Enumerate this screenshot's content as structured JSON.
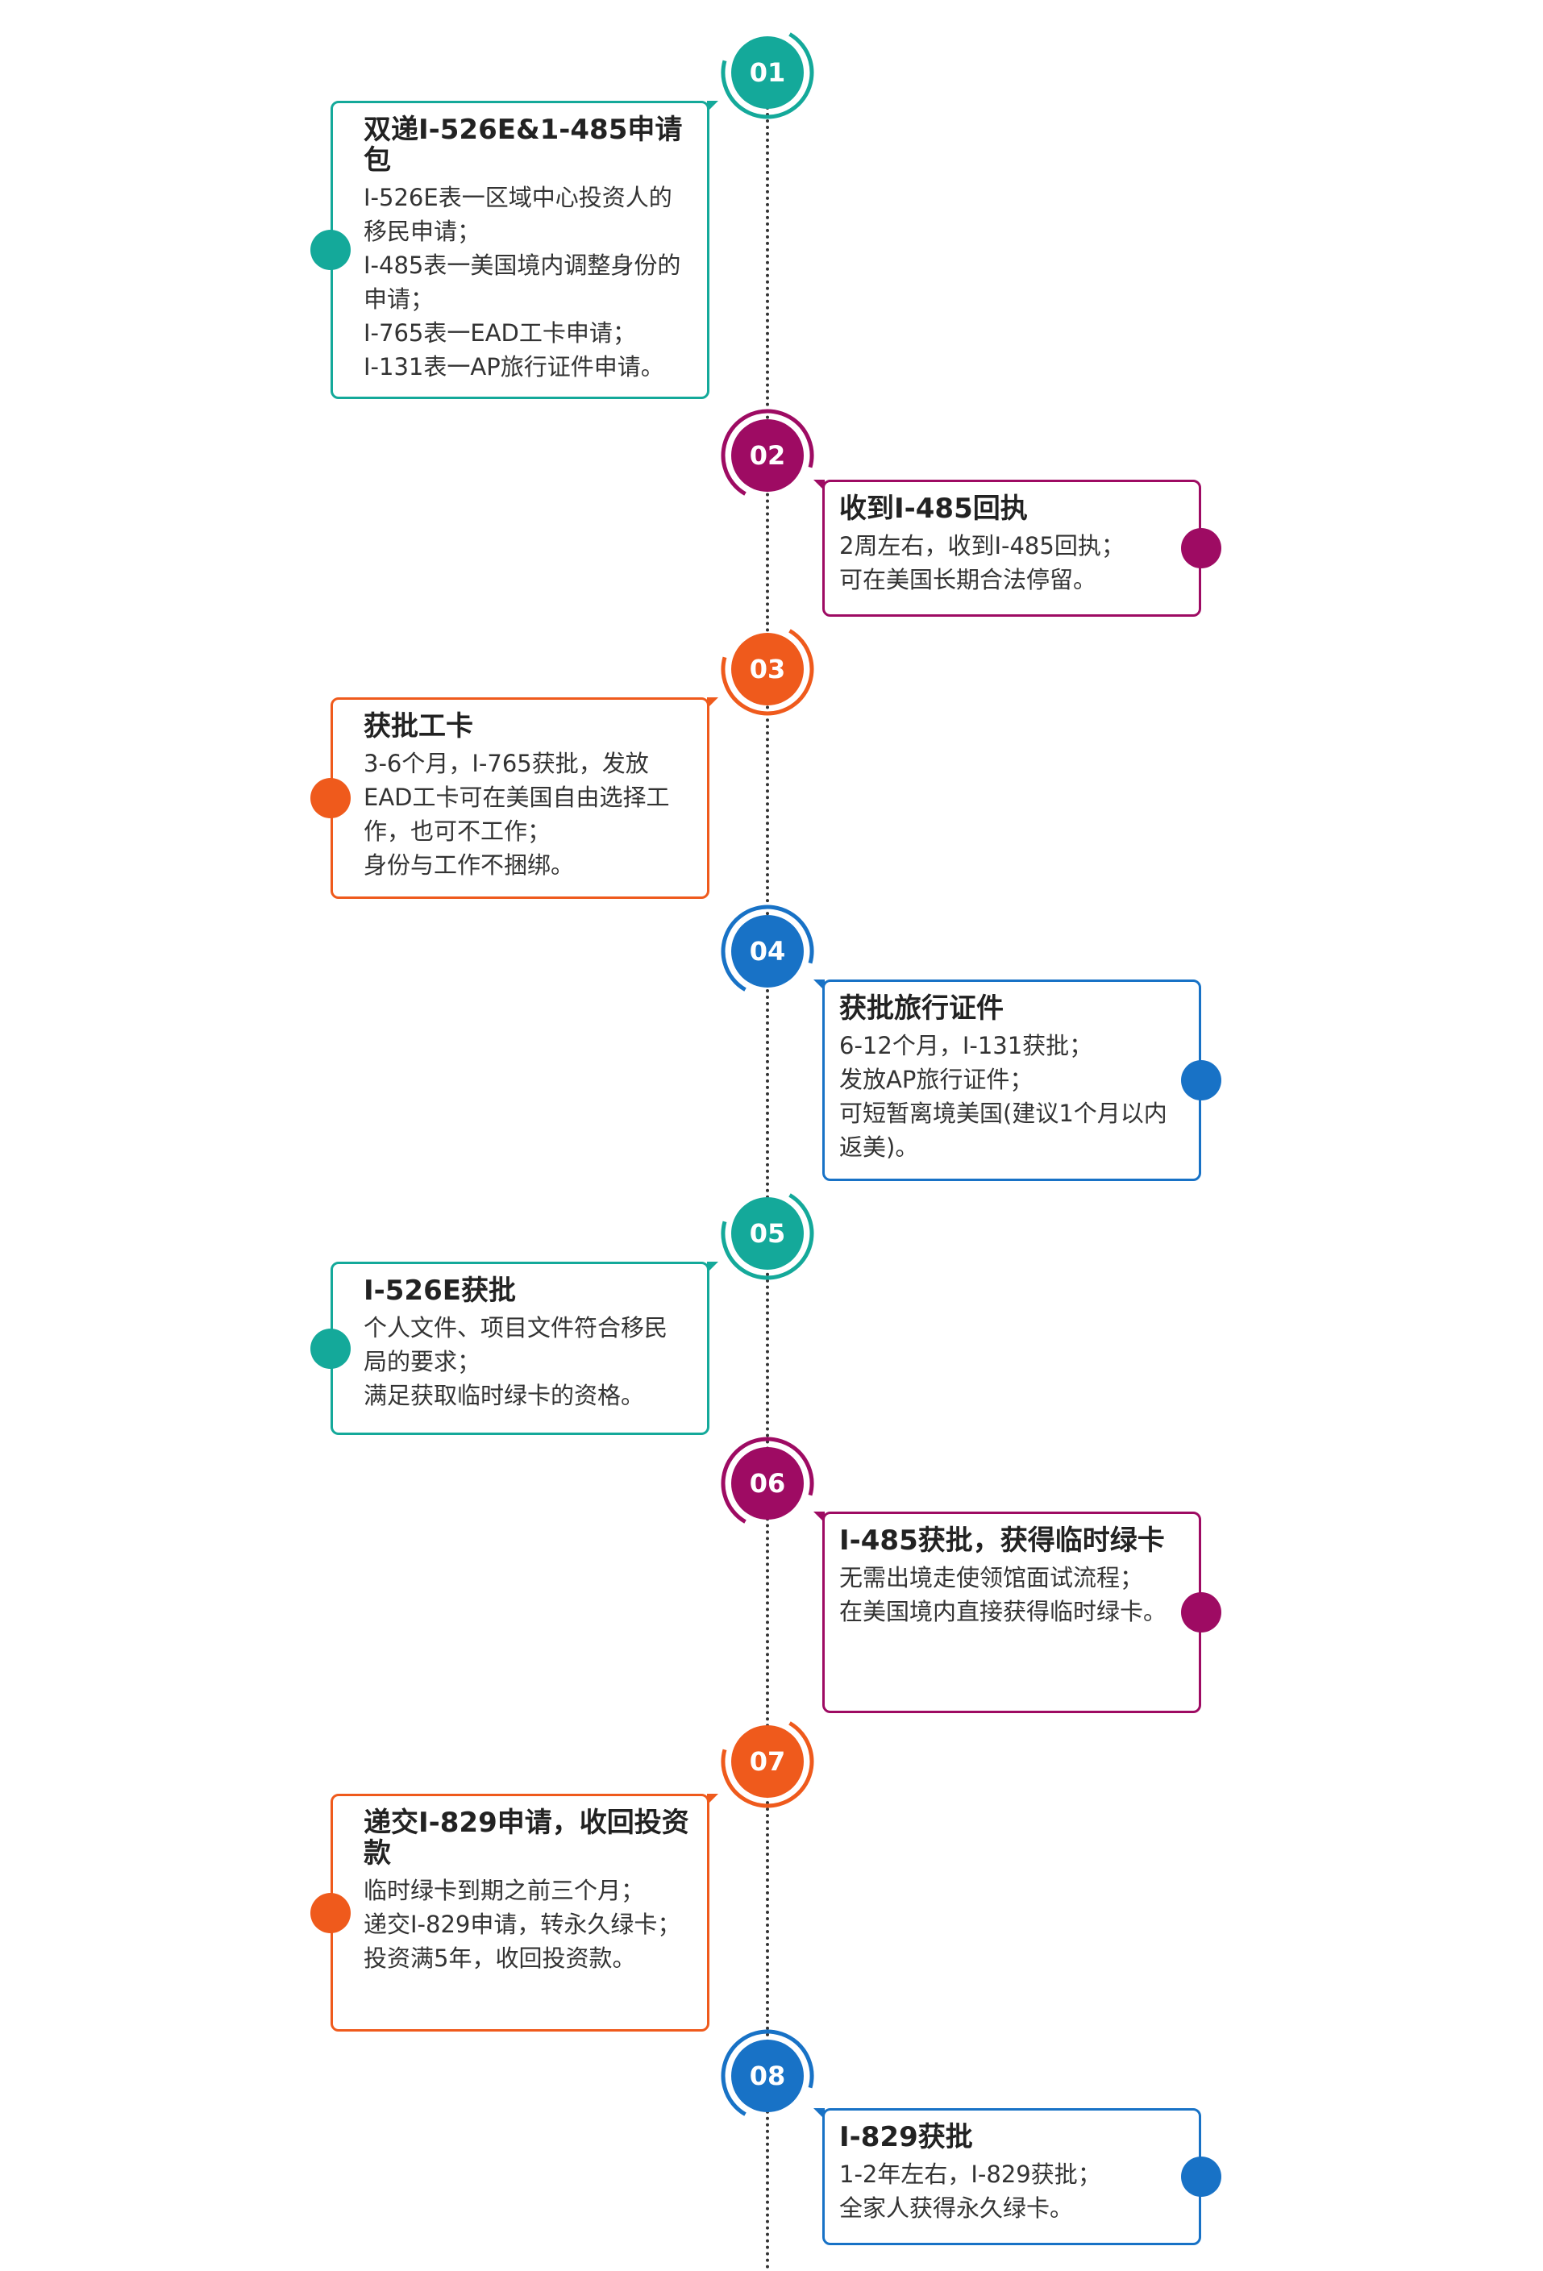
{
  "colors": {
    "teal": "#14a99a",
    "purple": "#9e0b63",
    "orange": "#ef5a1c",
    "blue": "#1872c6",
    "axis": "#333333"
  },
  "steps": [
    {
      "num": "01",
      "color": "teal",
      "side": "left",
      "title": "双递I-526E&1-485申请包",
      "lines": [
        "I-526E表一区域中心投资人的移民申请；",
        "I-485表一美国境内调整身份的申请；",
        "I-765表一EAD工卡申请；",
        "I-131表一AP旅行证件申请。"
      ]
    },
    {
      "num": "02",
      "color": "purple",
      "side": "right",
      "title": "收到I-485回执",
      "lines": [
        "2周左右，收到I-485回执；",
        "可在美国长期合法停留。"
      ]
    },
    {
      "num": "03",
      "color": "orange",
      "side": "left",
      "title": "获批工卡",
      "lines": [
        "3-6个月，I-765获批，发放EAD工卡可在美国自由选择工作，也可不工作；",
        "身份与工作不捆绑。"
      ]
    },
    {
      "num": "04",
      "color": "blue",
      "side": "right",
      "title": "获批旅行证件",
      "lines": [
        "6-12个月，I-131获批；",
        "发放AP旅行证件；",
        "可短暂离境美国(建议1个月以内返美)。"
      ]
    },
    {
      "num": "05",
      "color": "teal",
      "side": "left",
      "title": "I-526E获批",
      "lines": [
        "个人文件、项目文件符合移民局的要求；",
        "满足获取临时绿卡的资格。"
      ]
    },
    {
      "num": "06",
      "color": "purple",
      "side": "right",
      "title": "I-485获批，获得临时绿卡",
      "lines": [
        "无需出境走使领馆面试流程；",
        "在美国境内直接获得临时绿卡。"
      ]
    },
    {
      "num": "07",
      "color": "orange",
      "side": "left",
      "title": "递交I-829申请，收回投资款",
      "lines": [
        "临时绿卡到期之前三个月；",
        "递交I-829申请，转永久绿卡；",
        "投资满5年，收回投资款。"
      ]
    },
    {
      "num": "08",
      "color": "blue",
      "side": "right",
      "title": "I-829获批",
      "lines": [
        "1-2年左右，I-829获批；",
        "全家人获得永久绿卡。"
      ]
    }
  ]
}
